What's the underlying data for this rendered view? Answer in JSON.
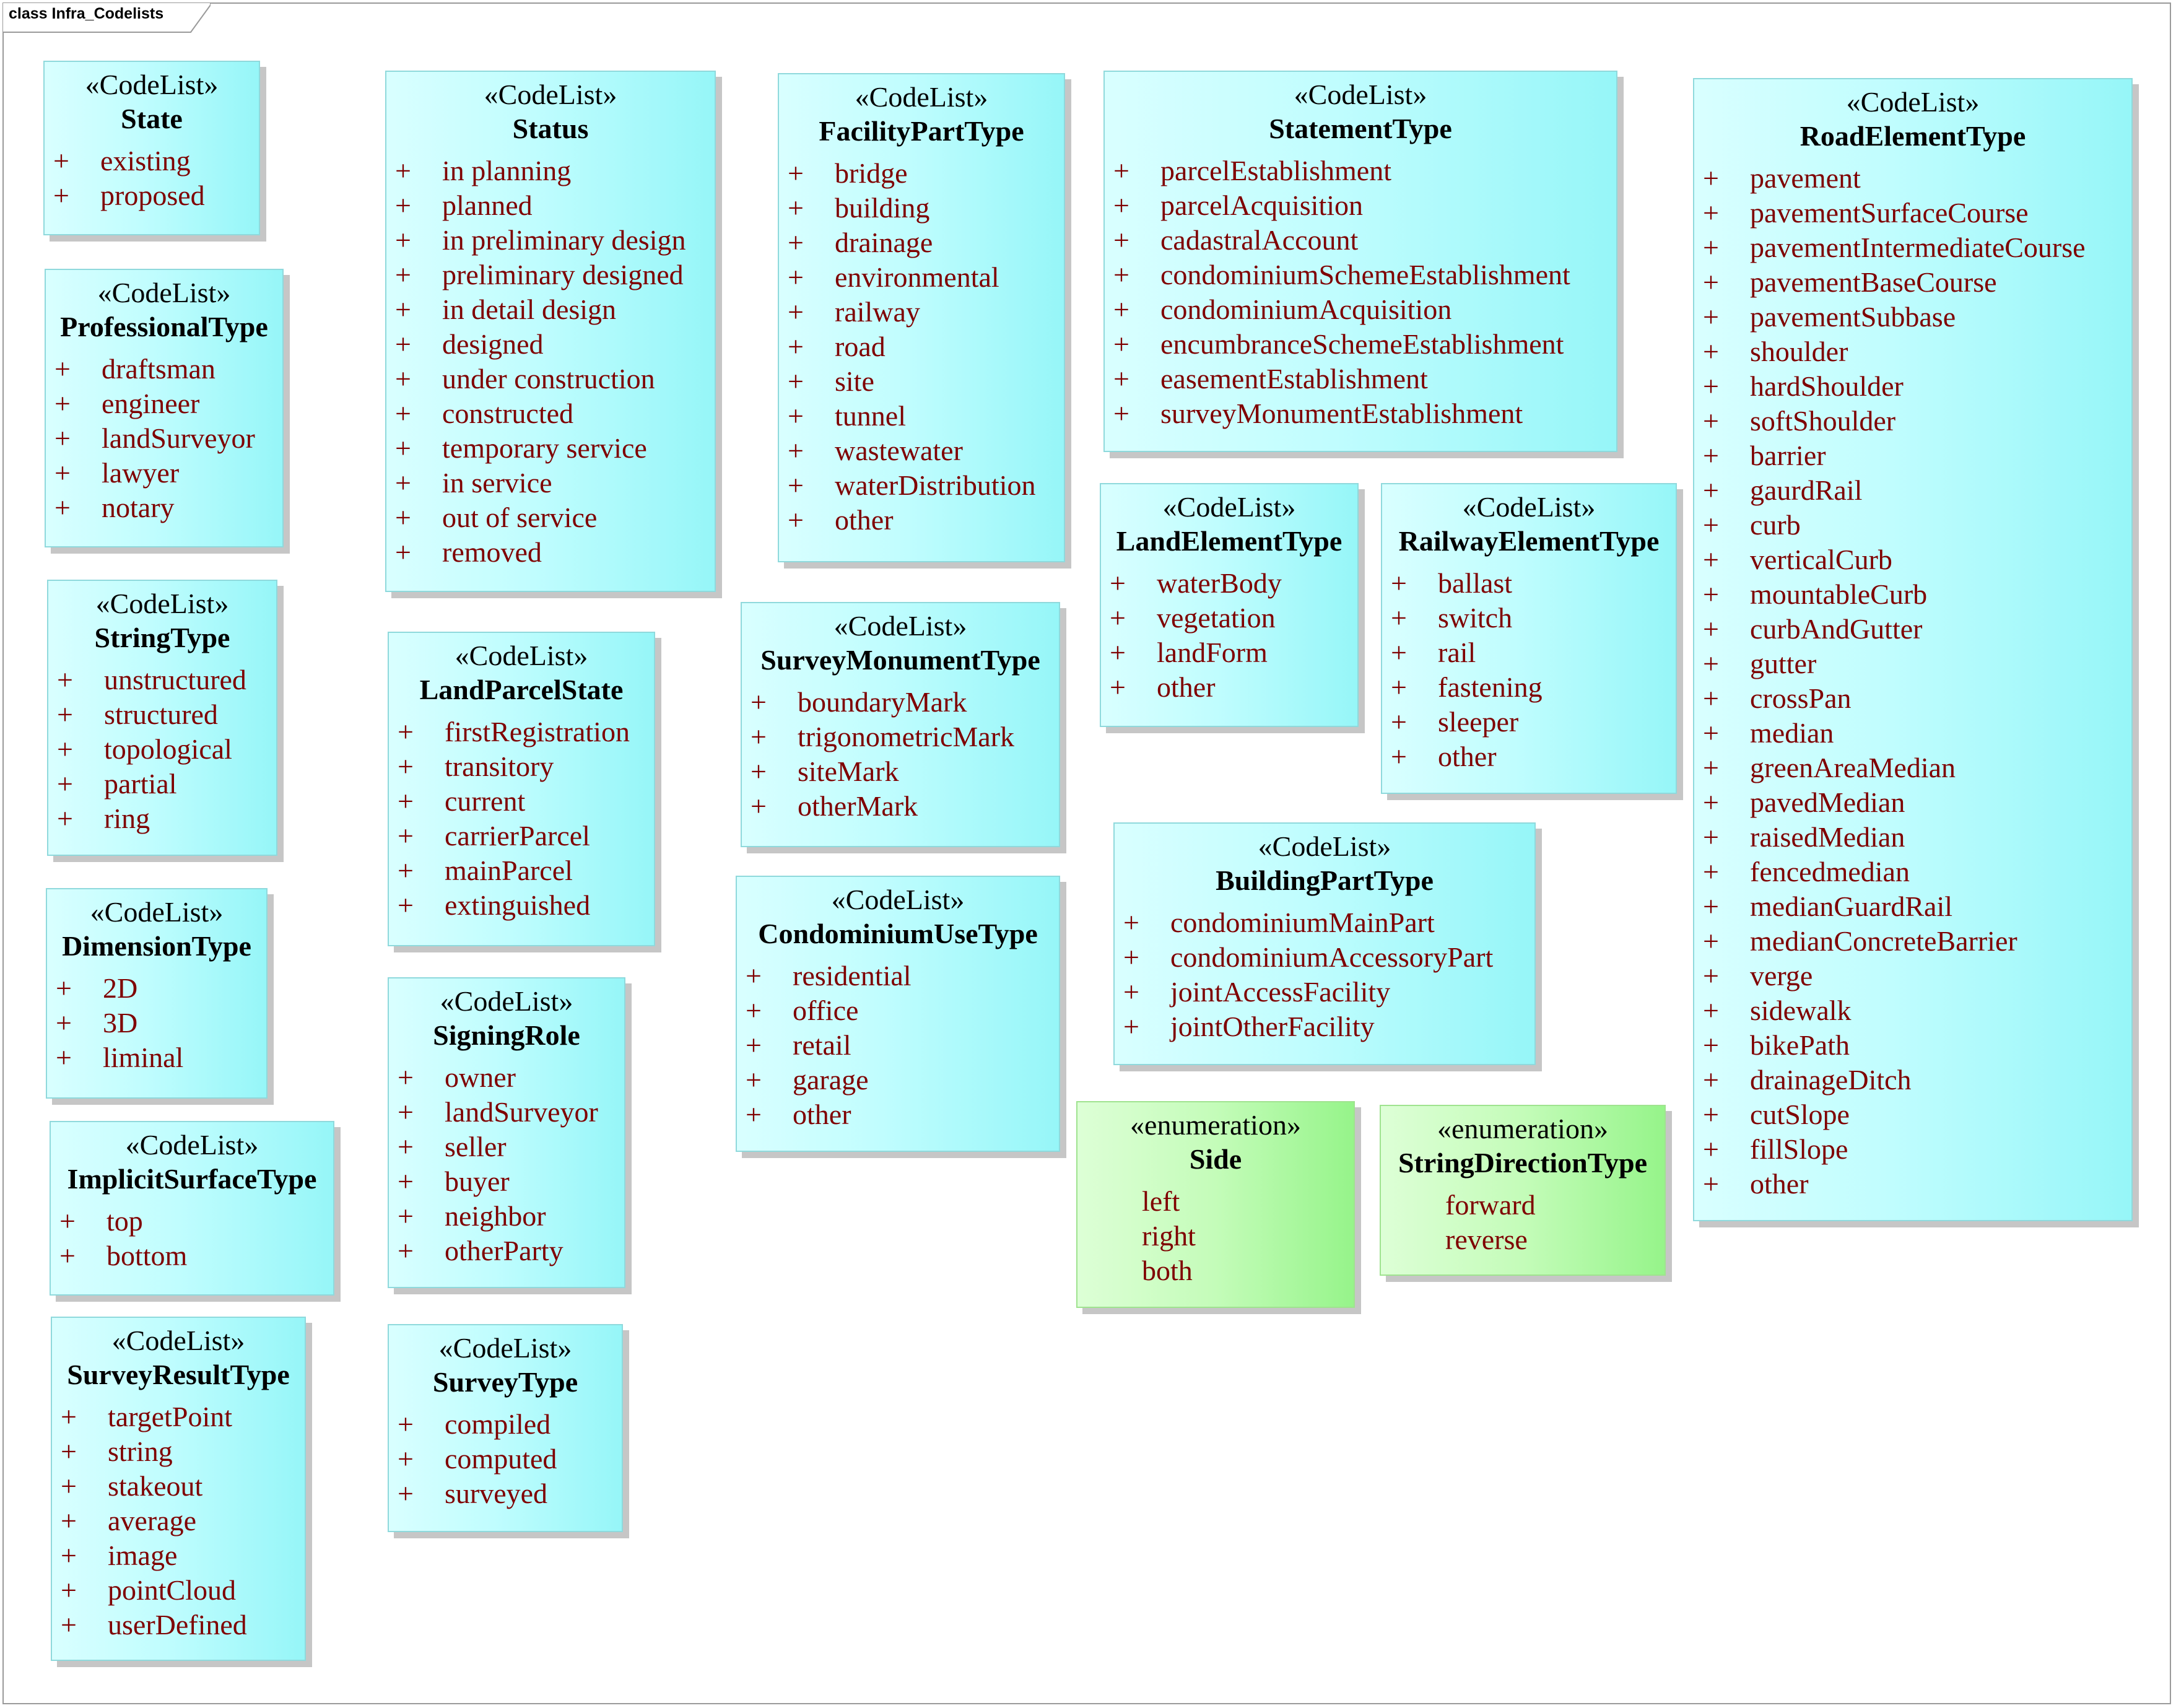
{
  "frame_title": "class Infra_Codelists",
  "boxes": [
    {
      "id": "state",
      "stereotype": "«CodeList»",
      "name": "State",
      "visibility": "+",
      "items": [
        "existing",
        "proposed"
      ]
    },
    {
      "id": "professional-type",
      "stereotype": "«CodeList»",
      "name": "ProfessionalType",
      "visibility": "+",
      "items": [
        "draftsman",
        "engineer",
        "landSurveyor",
        "lawyer",
        "notary"
      ]
    },
    {
      "id": "string-type",
      "stereotype": "«CodeList»",
      "name": "StringType",
      "visibility": "+",
      "items": [
        "unstructured",
        "structured",
        "topological",
        "partial",
        "ring"
      ]
    },
    {
      "id": "dimension-type",
      "stereotype": "«CodeList»",
      "name": "DimensionType",
      "visibility": "+",
      "items": [
        "2D",
        "3D",
        "liminal"
      ]
    },
    {
      "id": "implicit-surface-type",
      "stereotype": "«CodeList»",
      "name": "ImplicitSurfaceType",
      "visibility": "+",
      "items": [
        "top",
        "bottom"
      ]
    },
    {
      "id": "survey-result-type",
      "stereotype": "«CodeList»",
      "name": "SurveyResultType",
      "visibility": "+",
      "items": [
        "targetPoint",
        "string",
        "stakeout",
        "average",
        "image",
        "pointCloud",
        "userDefined"
      ]
    },
    {
      "id": "status",
      "stereotype": "«CodeList»",
      "name": "Status",
      "visibility": "+",
      "items": [
        "in planning",
        "planned",
        "in preliminary design",
        "preliminary designed",
        "in detail design",
        "designed",
        "under construction",
        "constructed",
        "temporary service",
        "in service",
        "out of service",
        "removed"
      ]
    },
    {
      "id": "land-parcel-state",
      "stereotype": "«CodeList»",
      "name": "LandParcelState",
      "visibility": "+",
      "items": [
        "firstRegistration",
        "transitory",
        "current",
        "carrierParcel",
        "mainParcel",
        "extinguished"
      ]
    },
    {
      "id": "signing-role",
      "stereotype": "«CodeList»",
      "name": "SigningRole",
      "visibility": "+",
      "items": [
        "owner",
        "landSurveyor",
        "seller",
        "buyer",
        "neighbor",
        "otherParty"
      ]
    },
    {
      "id": "survey-type",
      "stereotype": "«CodeList»",
      "name": "SurveyType",
      "visibility": "+",
      "items": [
        "compiled",
        "computed",
        "surveyed"
      ]
    },
    {
      "id": "facility-part-type",
      "stereotype": "«CodeList»",
      "name": "FacilityPartType",
      "visibility": "+",
      "items": [
        "bridge",
        "building",
        "drainage",
        "environmental",
        "railway",
        "road",
        "site",
        "tunnel",
        "wastewater",
        "waterDistribution",
        "other"
      ]
    },
    {
      "id": "survey-monument-type",
      "stereotype": "«CodeList»",
      "name": "SurveyMonumentType",
      "visibility": "+",
      "items": [
        "boundaryMark",
        "trigonometricMark",
        "siteMark",
        "otherMark"
      ]
    },
    {
      "id": "condominium-use-type",
      "stereotype": "«CodeList»",
      "name": "CondominiumUseType",
      "visibility": "+",
      "items": [
        "residential",
        "office",
        "retail",
        "garage",
        "other"
      ]
    },
    {
      "id": "statement-type",
      "stereotype": "«CodeList»",
      "name": "StatementType",
      "visibility": "+",
      "items": [
        "parcelEstablishment",
        "parcelAcquisition",
        "cadastralAccount",
        "condominiumSchemeEstablishment",
        "condominiumAcquisition",
        "encumbranceSchemeEstablishment",
        "easementEstablishment",
        "surveyMonumentEstablishment"
      ]
    },
    {
      "id": "land-element-type",
      "stereotype": "«CodeList»",
      "name": "LandElementType",
      "visibility": "+",
      "items": [
        "waterBody",
        "vegetation",
        "landForm",
        "other"
      ]
    },
    {
      "id": "railway-element-type",
      "stereotype": "«CodeList»",
      "name": "RailwayElementType",
      "visibility": "+",
      "items": [
        "ballast",
        "switch",
        "rail",
        "fastening",
        "sleeper",
        "other"
      ]
    },
    {
      "id": "building-part-type",
      "stereotype": "«CodeList»",
      "name": "BuildingPartType",
      "visibility": "+",
      "items": [
        "condominiumMainPart",
        "condominiumAccessoryPart",
        "jointAccessFacility",
        "jointOtherFacility"
      ]
    },
    {
      "id": "side",
      "stereotype": "«enumeration»",
      "name": "Side",
      "visibility": "",
      "items": [
        "left",
        "right",
        "both"
      ]
    },
    {
      "id": "string-direction-type",
      "stereotype": "«enumeration»",
      "name": "StringDirectionType",
      "visibility": "",
      "items": [
        "forward",
        "reverse"
      ]
    },
    {
      "id": "road-element-type",
      "stereotype": "«CodeList»",
      "name": "RoadElementType",
      "visibility": "+",
      "items": [
        "pavement",
        "pavementSurfaceCourse",
        "pavementIntermediateCourse",
        "pavementBaseCourse",
        "pavementSubbase",
        "shoulder",
        "hardShoulder",
        "softShoulder",
        "barrier",
        "gaurdRail",
        "curb",
        "verticalCurb",
        "mountableCurb",
        "curbAndGutter",
        "gutter",
        "crossPan",
        "median",
        "greenAreaMedian",
        "pavedMedian",
        "raisedMedian",
        "fencedmedian",
        "medianGuardRail",
        "medianConcreteBarrier",
        "verge",
        "sidewalk",
        "bikePath",
        "drainageDitch",
        "cutSlope",
        "fillSlope",
        "other"
      ]
    }
  ]
}
